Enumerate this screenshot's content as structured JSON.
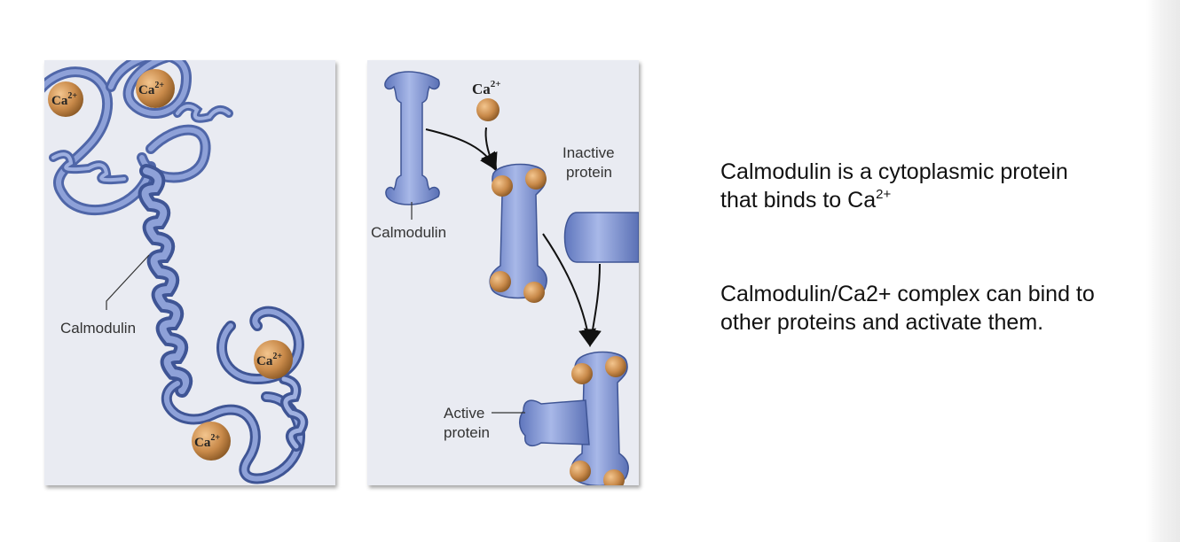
{
  "left_panel": {
    "ca_labels": [
      "Ca",
      "Ca",
      "Ca",
      "Ca"
    ],
    "ca_charge": "2+",
    "calmodulin_label": "Calmodulin"
  },
  "right_panel": {
    "ca_label": "Ca",
    "ca_charge": "2+",
    "calmodulin_label": "Calmodulin",
    "inactive_line1": "Inactive",
    "inactive_line2": "protein",
    "active_line1": "Active",
    "active_line2": "protein"
  },
  "text": {
    "p1_line1": "Calmodulin is a cytoplasmic protein",
    "p1_line2_prefix": "that binds to Ca",
    "p1_line2_sup": "2+",
    "p2_line1": "Calmodulin/Ca2+ complex can bind to",
    "p2_line2": "other proteins and activate them."
  },
  "colors": {
    "panel_bg": "#e9ebf2",
    "ribbon": "#6d83c3",
    "ribbon_dark": "#3f5595",
    "calcium": "#c98a4a"
  }
}
